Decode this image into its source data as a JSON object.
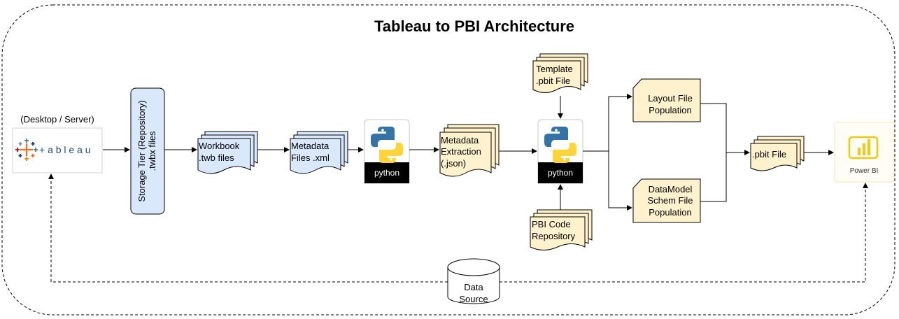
{
  "title": "Tableau to PBI Architecture",
  "colors": {
    "doc_blue": "#dae8fc",
    "doc_yellow": "#fff2cc",
    "storage_fill": "#dae8fc",
    "stroke": "#000000",
    "tableau_blue": "#1f4e79",
    "tableau_orange": "#e8762b",
    "python_blue": "#3572a5",
    "python_yellow": "#ffd43b",
    "pbi_yellow": "#f2c811"
  },
  "nodes": {
    "tableau": {
      "caption": "(Desktop / Server)",
      "logo_text": "+ a b l e a u",
      "icon": "tableau-logo-icon"
    },
    "storage": {
      "label": "Storage Tier (Repository)",
      "sublabel": ".twbx files"
    },
    "workbook": {
      "line1": "Workbook",
      "line2": ".twb files"
    },
    "metadata_files": {
      "line1": "Metadata",
      "line2": "Files .xml"
    },
    "python1": {
      "label": "python",
      "icon": "python-logo-icon"
    },
    "metadata_extraction": {
      "line1": "Metadata",
      "line2": "Extraction",
      "line3": "(.json)"
    },
    "template": {
      "line1": "Template",
      "line2": ".pbit File"
    },
    "python2": {
      "label": "python",
      "icon": "python-logo-icon"
    },
    "pbi_code": {
      "line1": "PBI Code",
      "line2": "Repository"
    },
    "layout_file": {
      "line1": "Layout File",
      "line2": "Population"
    },
    "datamodel_file": {
      "line1": "DataModel",
      "line2": "Schem File",
      "line3": "Population"
    },
    "pbit_file": {
      "label": ".pbit File"
    },
    "powerbi": {
      "label": "Power BI",
      "icon": "power-bi-logo-icon"
    },
    "data_source": {
      "line1": "Data",
      "line2": "Source"
    }
  }
}
